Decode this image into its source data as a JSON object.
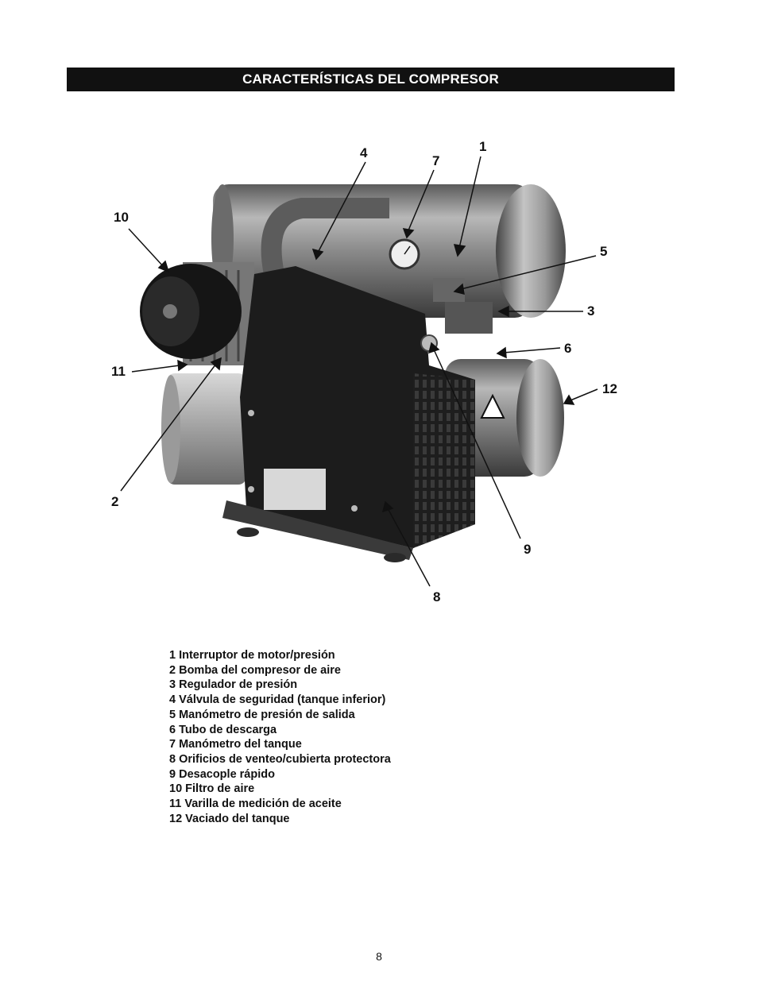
{
  "header": {
    "title": "CARACTERÍSTICAS DEL COMPRESOR"
  },
  "callouts": [
    "1",
    "2",
    "3",
    "4",
    "5",
    "6",
    "7",
    "8",
    "9",
    "10",
    "11",
    "12"
  ],
  "legend": [
    "1 Interruptor de motor/presión",
    "2 Bomba del compresor de aire",
    "3 Regulador de presión",
    "4 Válvula de seguridad (tanque inferior)",
    "5 Manómetro de presión de salida",
    "6 Tubo de descarga",
    "7 Manómetro del tanque",
    "8 Orificios de venteo/cubierta protectora",
    "9 Desacople rápido",
    "10 Filtro de aire",
    "11 Varilla de medición de aceite",
    "12 Vaciado del tanque"
  ],
  "page_number": "8"
}
